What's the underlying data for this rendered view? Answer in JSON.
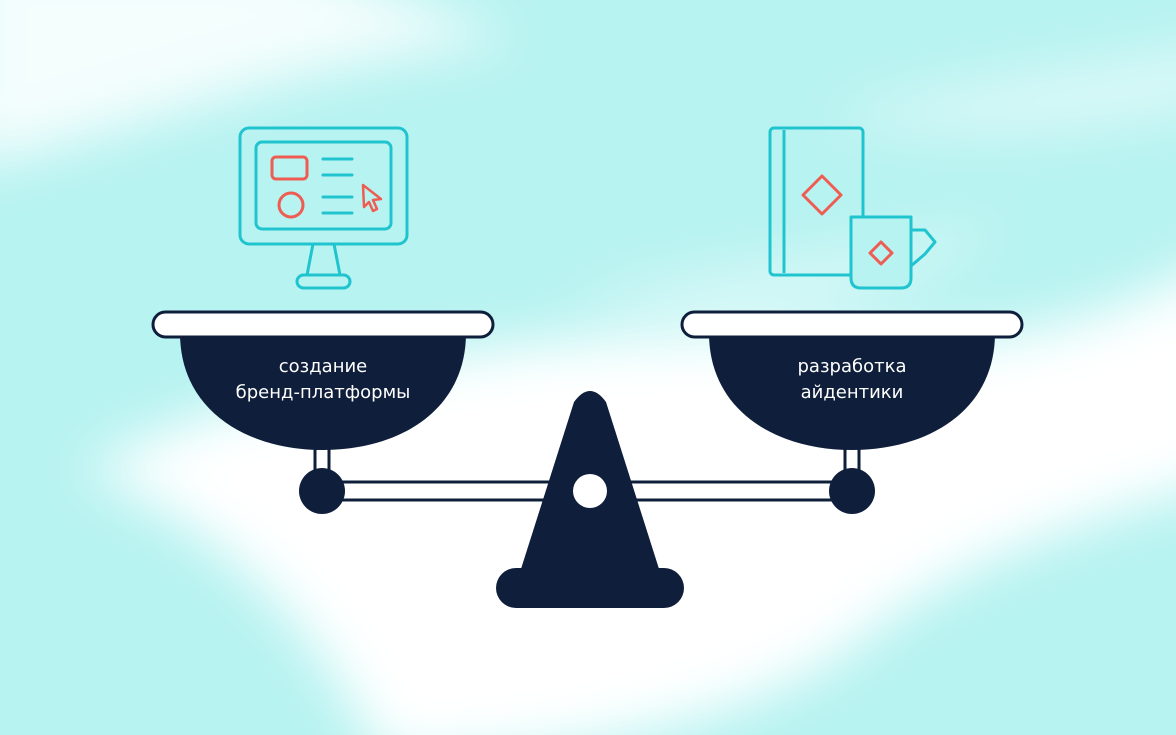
{
  "left_pan": {
    "line1": "создание",
    "line2": "бренд-платформы",
    "icon": "computer-monitor-icon"
  },
  "right_pan": {
    "line1": "разработка",
    "line2": "айдентики",
    "icon": "book-and-mug-icon"
  },
  "colors": {
    "background": "#b7f3f1",
    "highlight": "#ffffff",
    "dark_navy": "#0f1e3a",
    "teal_outline": "#20c4cf",
    "coral_accent": "#ee5c52"
  }
}
